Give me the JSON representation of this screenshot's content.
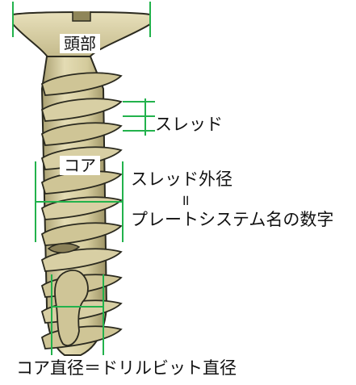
{
  "labels": {
    "head": "頭部",
    "core": "コア",
    "thread": "スレッド",
    "outer_diameter": "スレッド外径",
    "equals_vertical": "॥",
    "plate_system": "プレートシステム名の数字",
    "bottom_formula": "コア直径＝ドリルビット直径"
  },
  "colors": {
    "screw_fill": "#d8cfa4",
    "screw_shadow": "#b5ab7c",
    "outline": "#2b2a1f",
    "measure_line": "#22b24c",
    "text": "#111111"
  }
}
